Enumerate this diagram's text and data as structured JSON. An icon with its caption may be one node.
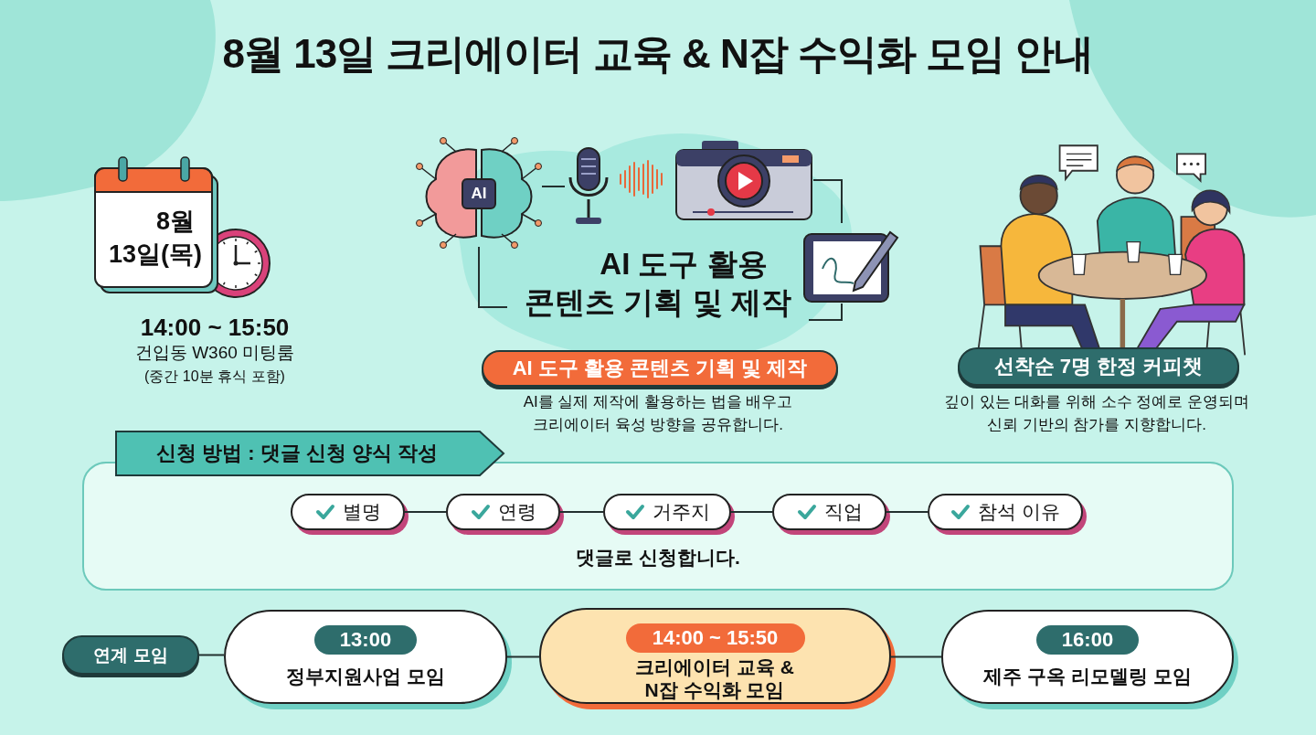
{
  "diagram": {
    "title": "8월 13일 크리에이터 교육 & N잡 수익화 모임 안내",
    "nodes": [
      {
        "text": [
          "8월 13일(목)"
        ],
        "beside": [
          "14:00 ~ 15:50",
          "건입동 W360 미팅룸",
          "(중간 10분 휴식 포함)"
        ]
      },
      {
        "text": [
          "AI"
        ]
      },
      {
        "text": [],
        "shape": "picture"
      },
      {
        "text": [],
        "shape": "picture"
      },
      {
        "text": [],
        "shape": "picture"
      },
      {
        "text": [
          "AI 도구 활용 콘텐츠 기획 및 제작"
        ]
      },
      {
        "text": [
          "AI 도구 활용 콘텐츠 기획 및 제작"
        ],
        "beside": [
          "AI를 실제 제작에 활용하는 법을 배우고 크리에이터 육성 방향을 공유합니다."
        ]
      },
      {
        "text": [
          "선착순 7명 한정 커피챗"
        ],
        "beside": [
          "깊이 있는 대화를 위해 소수 정예로 운영되며 신뢰 기반의 참가를 지향합니다."
        ]
      },
      {
        "text": [
          "신청 방법 : 댓글 신청 양식 작성",
          "댓글로 신청합니다."
        ]
      },
      {
        "text": [
          "별명"
        ],
        "in": 8
      },
      {
        "text": [
          "연령"
        ],
        "in": 8
      },
      {
        "text": [
          "거주지"
        ],
        "in": 8
      },
      {
        "text": [
          "직업"
        ],
        "in": 8
      },
      {
        "text": [
          "참석 이유"
        ],
        "in": 8
      },
      {
        "text": [
          "연계 모임"
        ]
      },
      {
        "text": [
          "13:00",
          "정부지원사업 모임"
        ]
      },
      {
        "text": [
          "14:00 ~ 15:50",
          "크리에이터 교육 & N잡 수익화 모임"
        ]
      },
      {
        "text": [
          "16:00",
          "제주 구옥 리모델링 모임"
        ]
      }
    ],
    "edges": [
      {
        "from": 1,
        "to": 2,
        "arrow": "none"
      },
      {
        "from": 3,
        "to": 4,
        "arrow": "none"
      },
      {
        "from": 1,
        "to": 5,
        "arrow": "none"
      },
      {
        "from": 4,
        "to": 5,
        "arrow": "none"
      },
      {
        "from": 9,
        "to": 10,
        "arrow": "none"
      },
      {
        "from": 10,
        "to": 11,
        "arrow": "none"
      },
      {
        "from": 11,
        "to": 12,
        "arrow": "none"
      },
      {
        "from": 12,
        "to": 13,
        "arrow": "none"
      },
      {
        "from": 14,
        "to": 15,
        "arrow": "none"
      },
      {
        "from": 15,
        "to": 16,
        "arrow": "none"
      },
      {
        "from": 16,
        "to": 17,
        "arrow": "none"
      }
    ]
  }
}
